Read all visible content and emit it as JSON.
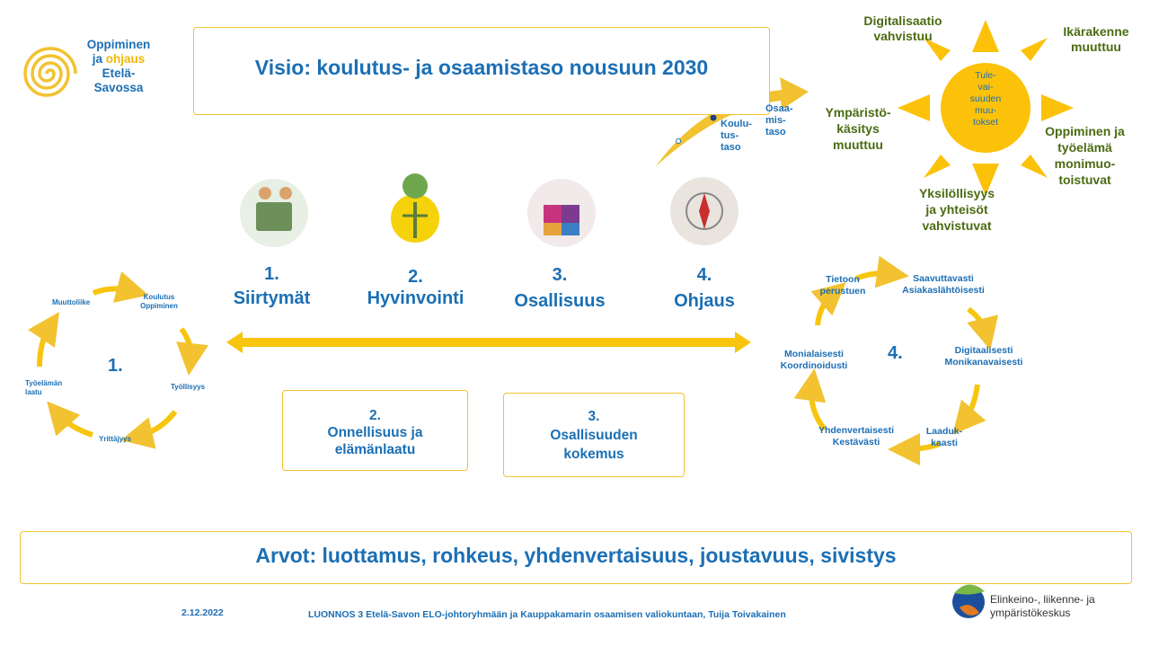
{
  "logo": {
    "line1": "Oppiminen",
    "line2_a": "ja ",
    "line2_b": "ohjaus",
    "line3": "Etelä-",
    "line4": "Savossa"
  },
  "vision": "Visio: koulutus- ja osaamistaso nousuun 2030",
  "rising_arrow": {
    "label1": "Koulu-\ntus-\ntaso",
    "label2": "Osaa-\nmis-\ntaso"
  },
  "sun": {
    "center": "Tule-\nvai-\nsuuden\nmuu-\ntokset",
    "rays": [
      "Digitalisaatio\nvahvistuu",
      "Ikärakenne\nmuuttuu",
      "Ympäristö-\nkäsitys\nmuuttuu",
      "Oppiminen ja\ntyöelämä\nmonimuo-\ntoistuvat",
      "Yksilöllisyys\nja yhteisöt\nvahvistuvat"
    ]
  },
  "themes": [
    {
      "num": "1.",
      "label": "Siirtymät",
      "icon": "people-icon"
    },
    {
      "num": "2.",
      "label": "Hyvinvointi",
      "icon": "yoga-icon"
    },
    {
      "num": "3.",
      "label": "Osallisuus",
      "icon": "puzzle-icon"
    },
    {
      "num": "4.",
      "label": "Ohjaus",
      "icon": "compass-icon"
    }
  ],
  "cycle1": {
    "num": "1.",
    "items": [
      "Koulutus\nOppiminen",
      "Työllisyys",
      "Yrittäjyys",
      "Työelämän\nlaatu",
      "Muuttoliike"
    ]
  },
  "cycle4": {
    "num": "4.",
    "items": [
      "Saavuttavasti\nAsiakaslähtöisesti",
      "Digitaalisesti\nMonikanavaisesti",
      "Laaduk-\nkaasti",
      "Yhdenvertaisesti\nKestävästi",
      "Monialaisesti\nKoordinoidusti",
      "Tietoon\nperustuen"
    ]
  },
  "boxes": [
    {
      "num": "2.",
      "text": "Onnellisuus ja\nelämänlaatu"
    },
    {
      "num": "3.",
      "text": "Osallisuuden\nkokemus"
    }
  ],
  "values": "Arvot: luottamus, rohkeus, yhdenvertaisuus, joustavuus, sivistys",
  "footer": {
    "date": "2.12.2022",
    "note": "LUONNOS  3 Etelä-Savon  ELO-johtoryhmään  ja Kauppakamarin osaamisen valiokuntaan,  Tuija Toivakainen",
    "org_line1": "Elinkeino-, liikenne- ja",
    "org_line2": "ympäristökeskus"
  },
  "colors": {
    "accent": "#f2c230",
    "blue": "#1b6fb5",
    "green": "#4a6b12"
  }
}
